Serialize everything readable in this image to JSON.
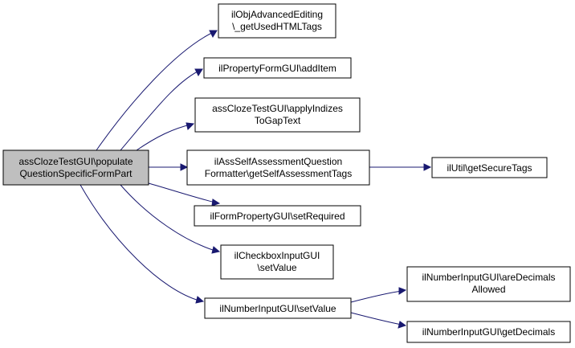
{
  "colors": {
    "edge": "#191970",
    "root_fill": "#bfbfbf",
    "node_fill": "#ffffff",
    "node_border": "#000000"
  },
  "nodes": {
    "root": {
      "lines": [
        "assClozeTestGUI\\populate",
        "QuestionSpecificFormPart"
      ]
    },
    "n1": {
      "lines": [
        "ilObjAdvancedEditing",
        "\\_getUsedHTMLTags"
      ]
    },
    "n2": {
      "lines": [
        "ilPropertyFormGUI\\addItem"
      ]
    },
    "n3": {
      "lines": [
        "assClozeTestGUI\\applyIndizes",
        "ToGapText"
      ]
    },
    "n4": {
      "lines": [
        "ilAssSelfAssessmentQuestion",
        "Formatter\\getSelfAssessmentTags"
      ]
    },
    "n5": {
      "lines": [
        "ilUtil\\getSecureTags"
      ]
    },
    "n6": {
      "lines": [
        "ilFormPropertyGUI\\setRequired"
      ]
    },
    "n7": {
      "lines": [
        "ilCheckboxInputGUI",
        "\\setValue"
      ]
    },
    "n8": {
      "lines": [
        "ilNumberInputGUI\\setValue"
      ]
    },
    "n9": {
      "lines": [
        "ilNumberInputGUI\\areDecimals",
        "Allowed"
      ]
    },
    "n10": {
      "lines": [
        "ilNumberInputGUI\\getDecimals"
      ]
    }
  },
  "edges": [
    {
      "from": "root",
      "to": "n1"
    },
    {
      "from": "root",
      "to": "n2"
    },
    {
      "from": "root",
      "to": "n3"
    },
    {
      "from": "root",
      "to": "n4"
    },
    {
      "from": "root",
      "to": "n6"
    },
    {
      "from": "root",
      "to": "n7"
    },
    {
      "from": "root",
      "to": "n8"
    },
    {
      "from": "n4",
      "to": "n5"
    },
    {
      "from": "n8",
      "to": "n9"
    },
    {
      "from": "n8",
      "to": "n10"
    }
  ]
}
